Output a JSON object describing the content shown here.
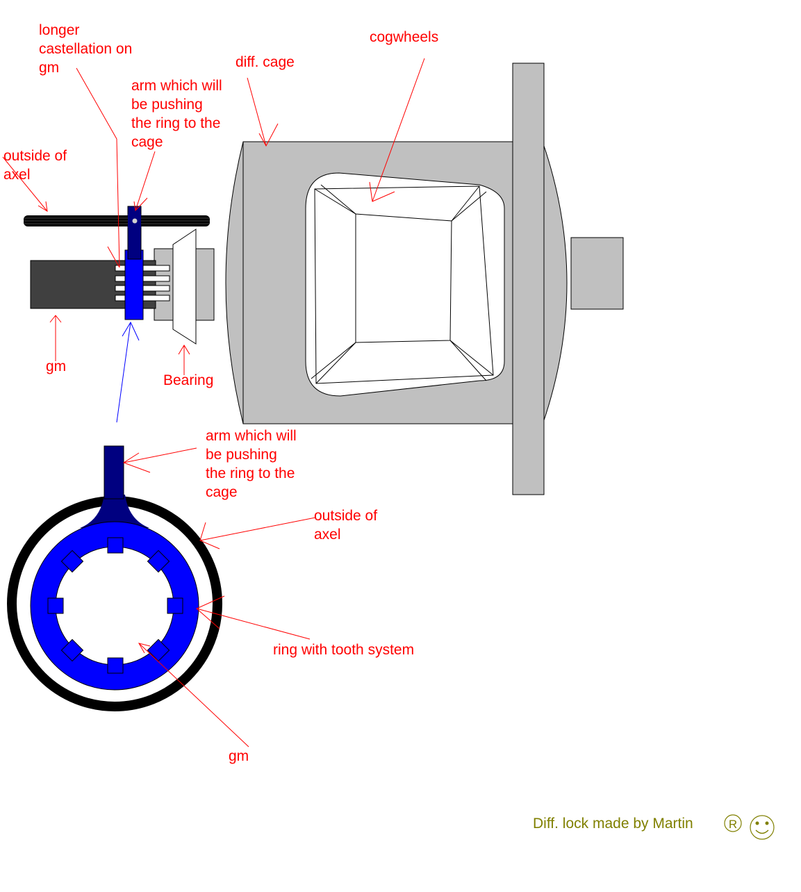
{
  "colors": {
    "label": "#ff0000",
    "credit": "#808000",
    "cage": "#c0c0c0",
    "ring": "#0000ff",
    "arm": "#000080",
    "shaft": "#404040",
    "axle": "#000000"
  },
  "labels": {
    "longer_castellation": "longer\ncastellation on\ngm",
    "cogwheels": "cogwheels",
    "diff_cage": "diff. cage",
    "arm_top": "arm which will\nbe pushing\nthe ring to the\ncage",
    "outside_axel_top": "outside of\naxel",
    "gm_top": "gm",
    "bearing": "Bearing",
    "arm_bottom": "arm which will\nbe pushing\nthe ring to the\ncage",
    "outside_axel_bottom": "outside of\naxel",
    "ring_tooth": "ring with tooth system",
    "gm_bottom": "gm",
    "credit": "Diff. lock made by Martin"
  },
  "icons": {
    "registered": "registered-mark-icon",
    "smiley": "smiley-face-icon"
  }
}
